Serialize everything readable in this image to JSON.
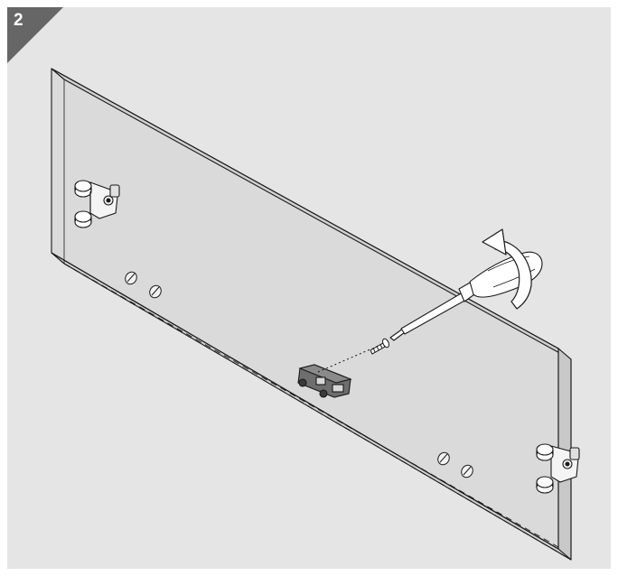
{
  "step": {
    "number": "2",
    "badge_color": "#666666"
  },
  "illustration": {
    "background_color": "#e5e5e5",
    "panel_fill": "#dcdcdc",
    "line_color": "#1a1a1a",
    "components": [
      "glass-panel",
      "hinge-bracket-left",
      "hinge-bracket-right",
      "mounting-plate",
      "wood-screw",
      "screwdriver",
      "rotation-arrow-icon",
      "pre-drilled-holes"
    ]
  }
}
